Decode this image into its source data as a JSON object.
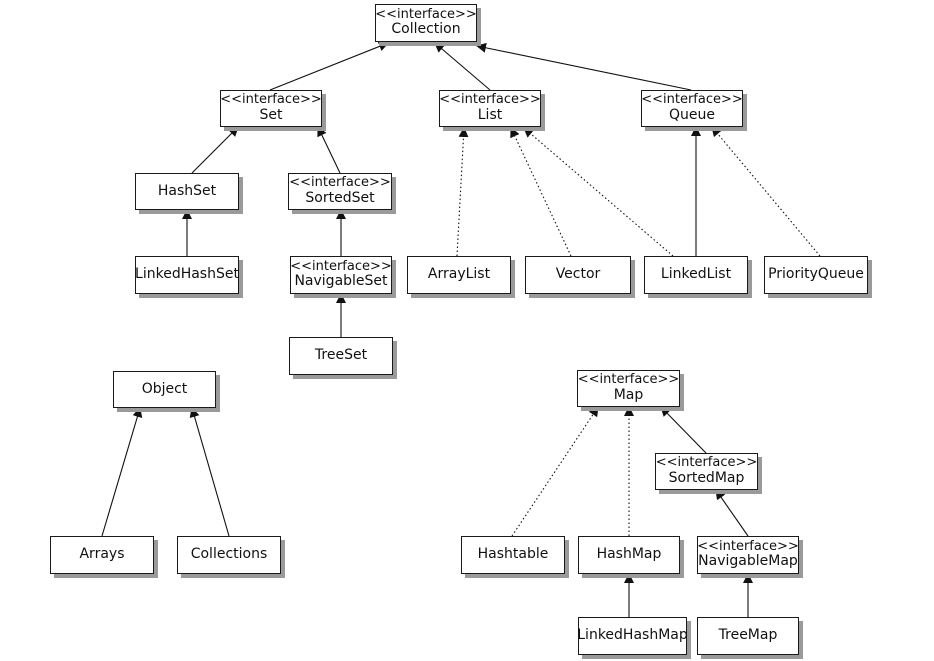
{
  "diagram": {
    "colors": {
      "box_border": "#1a1a1a",
      "box_shadow": "#9a9a9a",
      "line": "#111111"
    },
    "nodes": {
      "collection": {
        "stereotype": "<<interface>>",
        "name": "Collection"
      },
      "set": {
        "stereotype": "<<interface>>",
        "name": "Set"
      },
      "list": {
        "stereotype": "<<interface>>",
        "name": "List"
      },
      "queue": {
        "stereotype": "<<interface>>",
        "name": "Queue"
      },
      "hashset": {
        "name": "HashSet"
      },
      "sortedset": {
        "stereotype": "<<interface>>",
        "name": "SortedSet"
      },
      "linkedhashset": {
        "name": "LinkedHashSet"
      },
      "navigableset": {
        "stereotype": "<<interface>>",
        "name": "NavigableSet"
      },
      "treeset": {
        "name": "TreeSet"
      },
      "arraylist": {
        "name": "ArrayList"
      },
      "vector": {
        "name": "Vector"
      },
      "linkedlist": {
        "name": "LinkedList"
      },
      "priorityqueue": {
        "name": "PriorityQueue"
      },
      "object": {
        "name": "Object"
      },
      "arrays": {
        "name": "Arrays"
      },
      "collections": {
        "name": "Collections"
      },
      "map": {
        "stereotype": "<<interface>>",
        "name": "Map"
      },
      "sortedmap": {
        "stereotype": "<<interface>>",
        "name": "SortedMap"
      },
      "hashtable": {
        "name": "Hashtable"
      },
      "hashmap": {
        "name": "HashMap"
      },
      "navigablemap": {
        "stereotype": "<<interface>>",
        "name": "NavigableMap"
      },
      "linkedhashmap": {
        "name": "LinkedHashMap"
      },
      "treemap": {
        "name": "TreeMap"
      }
    },
    "edges": [
      {
        "from": "set",
        "to": "collection",
        "style": "solid"
      },
      {
        "from": "list",
        "to": "collection",
        "style": "solid"
      },
      {
        "from": "queue",
        "to": "collection",
        "style": "solid"
      },
      {
        "from": "hashset",
        "to": "set",
        "style": "solid"
      },
      {
        "from": "sortedset",
        "to": "set",
        "style": "solid"
      },
      {
        "from": "linkedhashset",
        "to": "hashset",
        "style": "solid"
      },
      {
        "from": "navigableset",
        "to": "sortedset",
        "style": "solid"
      },
      {
        "from": "treeset",
        "to": "navigableset",
        "style": "solid"
      },
      {
        "from": "arraylist",
        "to": "list",
        "style": "dotted"
      },
      {
        "from": "vector",
        "to": "list",
        "style": "dotted"
      },
      {
        "from": "linkedlist",
        "to": "list",
        "style": "dotted"
      },
      {
        "from": "linkedlist",
        "to": "queue",
        "style": "solid"
      },
      {
        "from": "priorityqueue",
        "to": "queue",
        "style": "dotted"
      },
      {
        "from": "arrays",
        "to": "object",
        "style": "solid"
      },
      {
        "from": "collections",
        "to": "object",
        "style": "solid"
      },
      {
        "from": "hashtable",
        "to": "map",
        "style": "dotted"
      },
      {
        "from": "hashmap",
        "to": "map",
        "style": "dotted"
      },
      {
        "from": "sortedmap",
        "to": "map",
        "style": "solid"
      },
      {
        "from": "navigablemap",
        "to": "sortedmap",
        "style": "solid"
      },
      {
        "from": "linkedhashmap",
        "to": "hashmap",
        "style": "solid"
      },
      {
        "from": "treemap",
        "to": "navigablemap",
        "style": "solid"
      }
    ]
  }
}
